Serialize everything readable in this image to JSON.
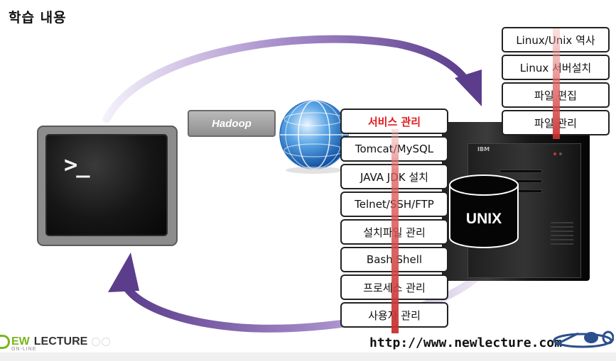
{
  "slide": {
    "title": "학습 내용"
  },
  "terminal": {
    "prompt_text": ">_"
  },
  "hadoop_label": "Hadoop",
  "stack_items": [
    {
      "label": "서비스 관리",
      "highlight": true
    },
    {
      "label": "Tomcat/MySQL",
      "highlight": false
    },
    {
      "label": "JAVA JDK 설치",
      "highlight": false
    },
    {
      "label": "Telnet/SSH/FTP",
      "highlight": false
    },
    {
      "label": "설치파일 관리",
      "highlight": false
    },
    {
      "label": "Bash Shell",
      "highlight": false
    },
    {
      "label": "프로세스 관리",
      "highlight": false
    },
    {
      "label": "사용자 관리",
      "highlight": false
    }
  ],
  "top_items": [
    {
      "label": "Linux/Unix 역사"
    },
    {
      "label": "Linux 서버설치"
    },
    {
      "label": "파일 편집"
    },
    {
      "label": "파일 관리"
    }
  ],
  "server": {
    "brand": "IBM"
  },
  "database": {
    "label": "UNIX"
  },
  "footer": {
    "logo_ew": "EW",
    "logo_lecture": "LECTURE",
    "logo_sub": "ON-LINE",
    "url": "http://www.newlecture.com"
  },
  "colors": {
    "cycle_arrow": "#7b5aa8",
    "red_arrow": "#d43c3c",
    "highlight_text": "#e01b1b",
    "logo_green": "#7ab51d"
  },
  "icons": [
    "terminal-icon",
    "globe-icon",
    "server-icon",
    "database-icon",
    "cycle-arrow-icon",
    "up-arrow-icon",
    "down-arrow-icon"
  ]
}
